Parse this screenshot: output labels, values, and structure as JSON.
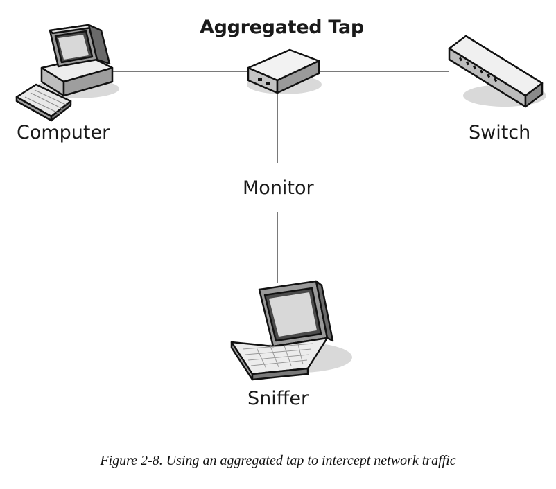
{
  "diagram": {
    "title": "Aggregated Tap",
    "nodes": {
      "computer": "Computer",
      "switch": "Switch",
      "sniffer": "Sniffer"
    },
    "edge_label": "Monitor",
    "icons": [
      "desktop-computer-icon",
      "network-tap-icon",
      "network-switch-icon",
      "laptop-icon"
    ]
  },
  "caption": "Figure 2-8. Using an aggregated tap to intercept network traffic"
}
